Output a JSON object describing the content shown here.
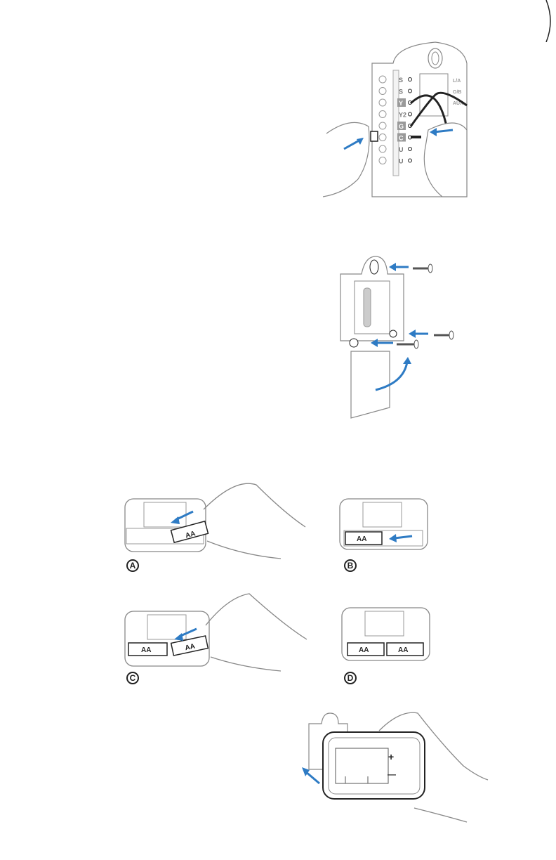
{
  "colors": {
    "arrow": "#2e7bc4",
    "line": "#7a7a7a",
    "dark": "#222222",
    "terminal_fill": "#9a9a9a"
  },
  "wiring_figure": {
    "left_terminals": [
      "S",
      "S",
      "Y",
      "Y2",
      "G",
      "C",
      "U",
      "U"
    ],
    "right_terminals": [
      "L/A",
      "O/B",
      "AUX"
    ]
  },
  "battery_steps": [
    {
      "letter": "A",
      "battery_label": "AA"
    },
    {
      "letter": "B",
      "battery_label": "AA"
    },
    {
      "letter": "C",
      "battery_labels": [
        "AA",
        "AA"
      ]
    },
    {
      "letter": "D",
      "battery_labels": [
        "AA",
        "AA"
      ]
    }
  ],
  "thermostat": {
    "plus_label": "+",
    "minus_label": "—"
  },
  "icons": [
    "blue-arrow-icon",
    "screw-icon",
    "hand-icon",
    "battery-icon"
  ]
}
